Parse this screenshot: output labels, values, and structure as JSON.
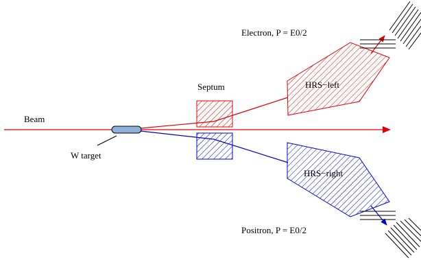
{
  "labels": {
    "beam": "Beam",
    "target": "W target",
    "septum": "Septum",
    "hrs_left": "HRS−left",
    "hrs_right": "HRS−right",
    "electron": "Electron, P = E0/2",
    "positron": "Positron, P = E0/2"
  },
  "colors": {
    "red": "#e00000",
    "blue": "#0000d0",
    "target_fill": "#8fb0d8",
    "black": "#000000"
  }
}
